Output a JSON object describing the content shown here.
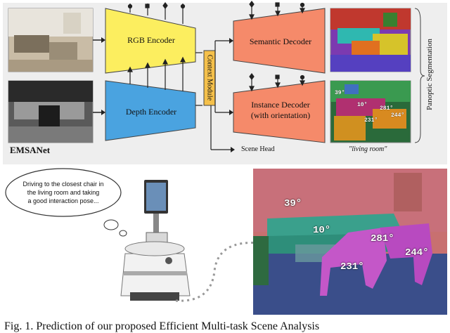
{
  "figure": {
    "network_name": "EMSANet",
    "rgb_encoder": "RGB Encoder",
    "depth_encoder": "Depth Encoder",
    "context_module": "Context Module",
    "semantic_decoder": "Semantic Decoder",
    "instance_decoder_line1": "Instance Decoder",
    "instance_decoder_line2": "(with orientation)",
    "scene_head": "Scene Head",
    "scene_result": "\"living room\"",
    "panoptic_label": "Panoptic Segmentation",
    "small_angles": [
      "39°",
      "10°",
      "281°",
      "244°",
      "231°"
    ]
  },
  "robot_scene": {
    "thought_line1": "Driving to the closest chair in",
    "thought_line2": "the living room and taking",
    "thought_line3": "a good interaction pose...",
    "angles": [
      "39°",
      "10°",
      "281°",
      "244°",
      "231°"
    ]
  },
  "caption": "Fig. 1.   Prediction of our proposed Efficient Multi-task Scene Analysis",
  "colors": {
    "encoder": "#fcee5f",
    "depth_encoder": "#4aa3e0",
    "decoder": "#f58a6a",
    "context": "#f5c04a",
    "wall": "#c87070",
    "sofa": "#3aa08c",
    "chair": "#c457c8",
    "floor": "#3a4e8a"
  }
}
